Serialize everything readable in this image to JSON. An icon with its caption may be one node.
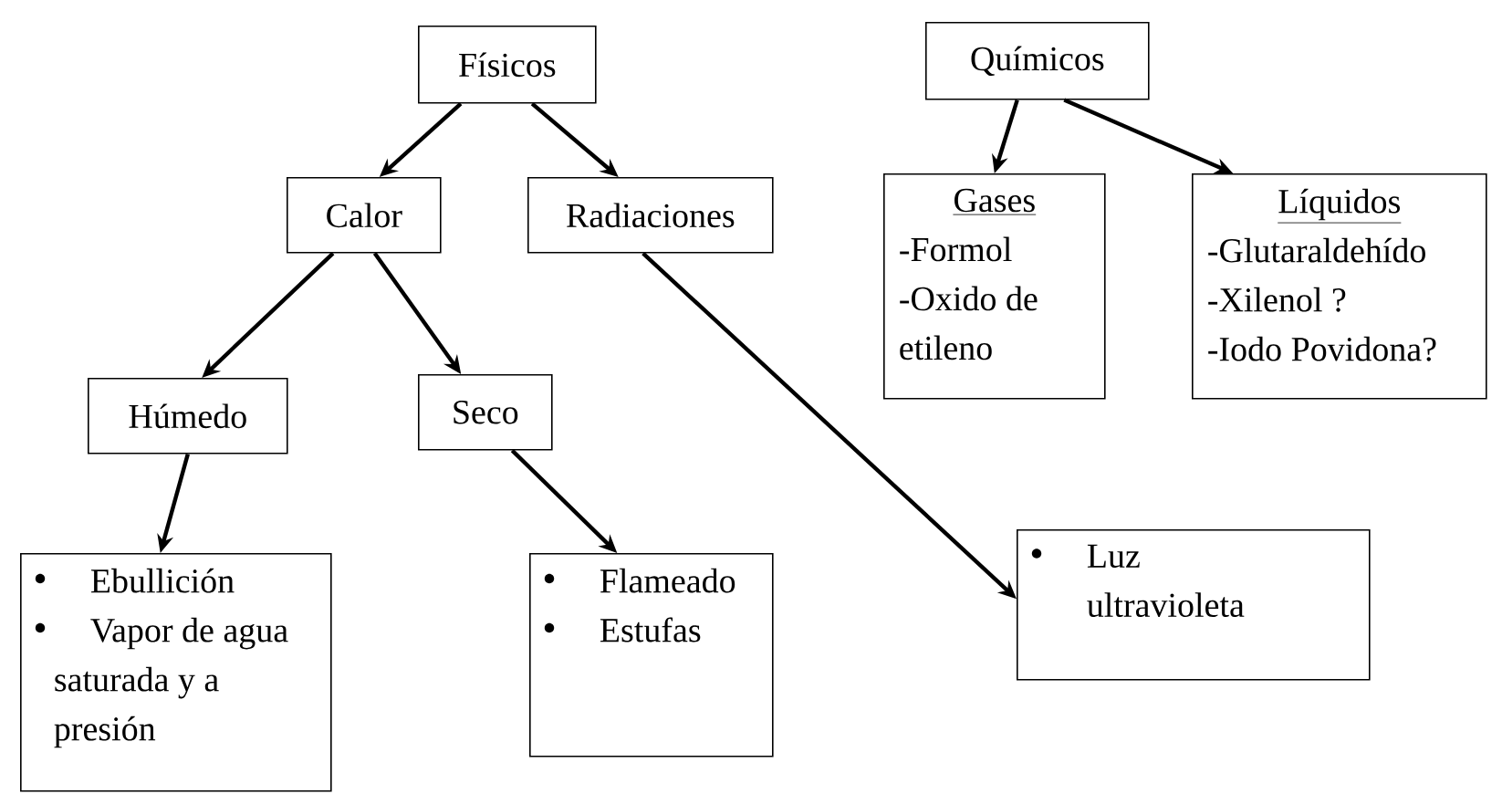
{
  "diagram": {
    "nodes": [
      {
        "text": [
          "Físicos"
        ]
      },
      {
        "text": [
          "Calor"
        ]
      },
      {
        "text": [
          "Radiaciones"
        ]
      },
      {
        "text": [
          "Húmedo"
        ]
      },
      {
        "text": [
          "Seco"
        ]
      },
      {
        "text": [
          "Ebullición",
          "Vapor de agua saturada y a presión"
        ]
      },
      {
        "text": [
          "Flameado",
          "Estufas"
        ]
      },
      {
        "text": [
          "Luz ultravioleta"
        ]
      },
      {
        "text": [
          "Químicos"
        ]
      },
      {
        "text": [
          "Gases",
          "-Formol",
          "-Oxido de etileno"
        ]
      },
      {
        "text": [
          "Líquidos",
          "-Glutaraldehído",
          "-Xilenol ?",
          "-Iodo  Povidona?"
        ]
      }
    ],
    "edges": [
      {
        "from": 0,
        "to": 1,
        "arrow": "to"
      },
      {
        "from": 0,
        "to": 2,
        "arrow": "to"
      },
      {
        "from": 1,
        "to": 3,
        "arrow": "to"
      },
      {
        "from": 1,
        "to": 4,
        "arrow": "to"
      },
      {
        "from": 3,
        "to": 5,
        "arrow": "to"
      },
      {
        "from": 4,
        "to": 6,
        "arrow": "to"
      },
      {
        "from": 2,
        "to": 7,
        "arrow": "to"
      },
      {
        "from": 8,
        "to": 9,
        "arrow": "to"
      },
      {
        "from": 8,
        "to": 10,
        "arrow": "to"
      }
    ]
  }
}
